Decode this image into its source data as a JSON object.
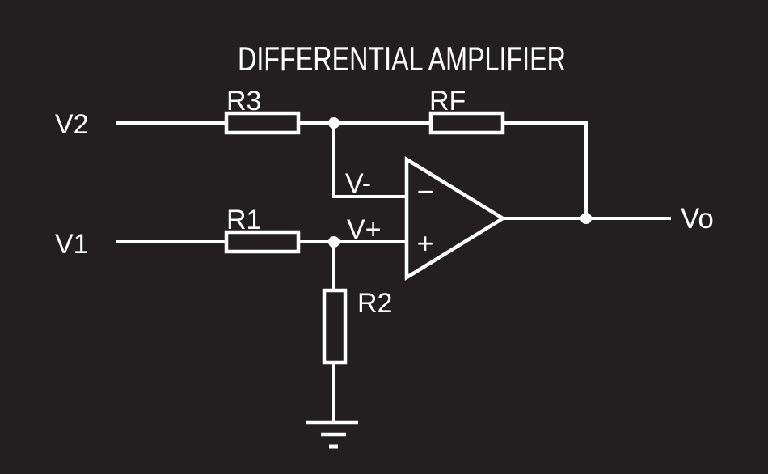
{
  "title": "DIFFERENTIAL AMPLIFIER",
  "colors": {
    "background": "#231f20",
    "stroke": "#ffffff",
    "text": "#ffffff"
  },
  "inputs": {
    "v2": "V2",
    "v1": "V1"
  },
  "output": {
    "vo": "Vo"
  },
  "opamp": {
    "inverting_label": "V-",
    "noninverting_label": "V+",
    "minus_symbol": "−",
    "plus_symbol": "+"
  },
  "resistors": {
    "r3": "R3",
    "rf": "RF",
    "r1": "R1",
    "r2": "R2"
  }
}
